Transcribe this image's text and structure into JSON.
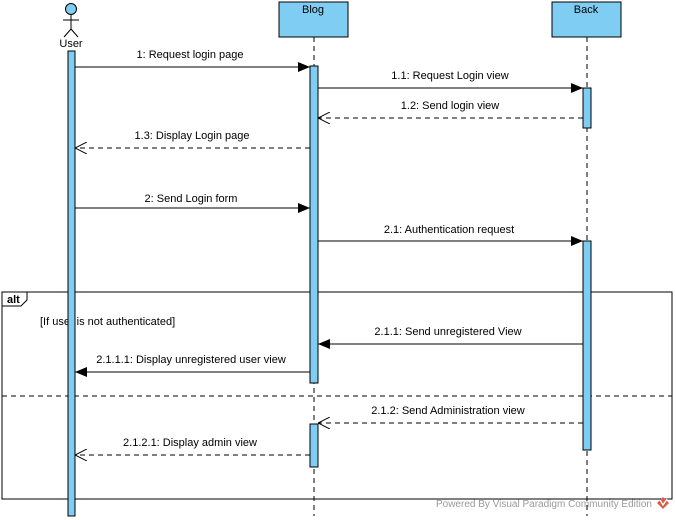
{
  "actor": {
    "name": "User"
  },
  "lifelines": [
    {
      "id": "blog",
      "title": "Blog"
    },
    {
      "id": "back",
      "title": "Back"
    }
  ],
  "messages": [
    {
      "id": "m1",
      "label": "1: Request login page",
      "kind": "sync"
    },
    {
      "id": "m1_1",
      "label": "1.1: Request Login view",
      "kind": "sync"
    },
    {
      "id": "m1_2",
      "label": "1.2: Send login view",
      "kind": "return"
    },
    {
      "id": "m1_3",
      "label": "1.3: Display Login page",
      "kind": "return"
    },
    {
      "id": "m2",
      "label": "2: Send Login form",
      "kind": "sync"
    },
    {
      "id": "m2_1",
      "label": "2.1: Authentication request",
      "kind": "sync"
    },
    {
      "id": "m2_1_1",
      "label": "2.1.1: Send unregistered View",
      "kind": "sync"
    },
    {
      "id": "m2_1_1_1",
      "label": "2.1.1.1: Display unregistered user view",
      "kind": "sync"
    },
    {
      "id": "m2_1_2",
      "label": "2.1.2: Send Administration view",
      "kind": "return"
    },
    {
      "id": "m2_1_2_1",
      "label": "2.1.2.1: Display admin view",
      "kind": "return"
    }
  ],
  "alt_frame": {
    "tag": "alt",
    "guard": "[If user is not authenticated]"
  },
  "watermark": "Powered By Visual Paradigm Community Edition",
  "colors": {
    "lifeline_fill": "#7fcdf3",
    "activation_fill": "#7fcdf3",
    "stroke": "#000000",
    "watermark": "#9a9a9a",
    "logo": "#e05a4a"
  }
}
